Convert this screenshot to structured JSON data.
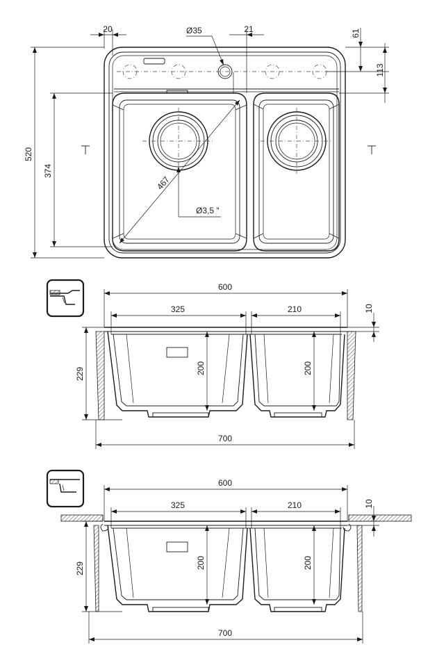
{
  "top_view": {
    "dims": {
      "overall_depth": "520",
      "bowl_depth": "374",
      "edge_offset": "20",
      "tap_hole": "Ø35",
      "tap_hole_offset": "21",
      "tap_row_offset": "61",
      "deck_depth": "113",
      "diagonal": "467",
      "overflow": "Ø3,5 \""
    }
  },
  "section_1": {
    "mount_icon": "undermount-icon",
    "dims": {
      "cutout_width": "600",
      "big_bowl_width": "325",
      "small_bowl_width": "210",
      "rim_height": "10",
      "total_height": "229",
      "big_bowl_depth": "200",
      "small_bowl_depth": "200",
      "cabinet_width": "700"
    }
  },
  "section_2": {
    "mount_icon": "inset-mount-icon",
    "dims": {
      "cutout_width": "600",
      "big_bowl_width": "325",
      "small_bowl_width": "210",
      "rim_height": "10",
      "total_height": "229",
      "big_bowl_depth": "200",
      "small_bowl_depth": "200",
      "cabinet_width": "700"
    }
  },
  "colors": {
    "line": "#1a1a1a",
    "background": "#ffffff"
  }
}
